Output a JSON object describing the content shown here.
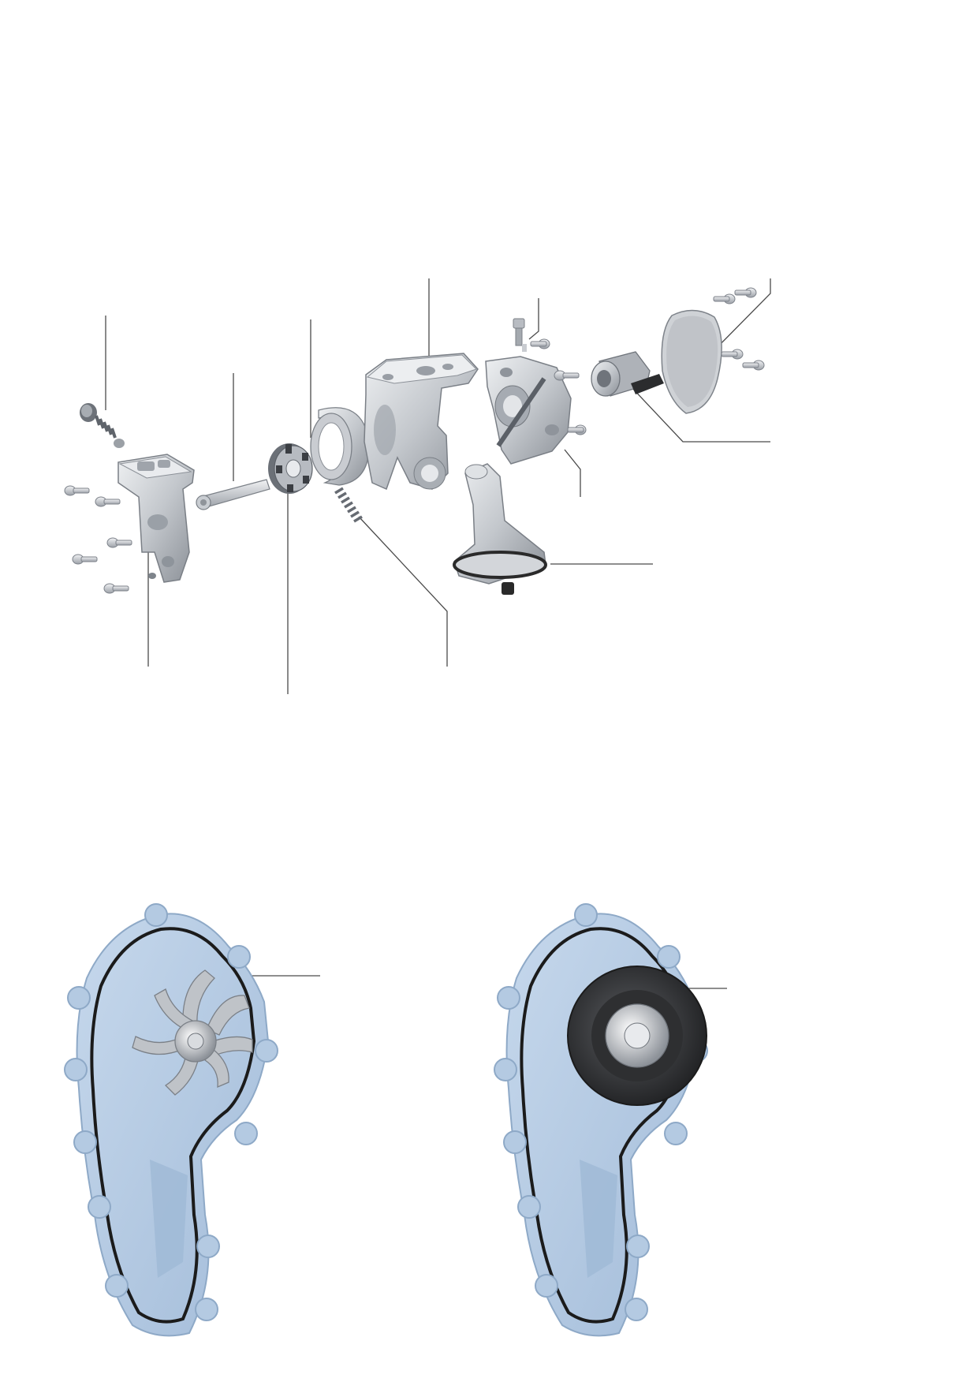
{
  "colors": {
    "background": "#ffffff",
    "leader_line": "#4a4a4a",
    "metal_light": "#e3e5e8",
    "metal_mid": "#b4b8bd",
    "metal_dark": "#7b8087",
    "housing_blue": "#b4cae2",
    "housing_blue_dark": "#8ea9c7",
    "gasket": "#1b1b1b",
    "impeller_dark": "#3a3b3d",
    "rubber": "#2a2a2a"
  },
  "exploded_view": {
    "parts": [
      {
        "icon": "relief-valve-spring-icon",
        "callout": "relief-valve-spring"
      },
      {
        "icon": "end-cover-icon",
        "callout": "end-cover"
      },
      {
        "icon": "drive-shaft-icon",
        "callout": "drive-shaft"
      },
      {
        "icon": "rotor-icon",
        "callout": "rotor"
      },
      {
        "icon": "stator-ring-icon",
        "callout": "stator-ring"
      },
      {
        "icon": "pump-housing-icon",
        "callout": "pump-housing"
      },
      {
        "icon": "control-spring-icon",
        "callout": "control-spring"
      },
      {
        "icon": "bearing-plate-icon",
        "callout": "bearing-plate"
      },
      {
        "icon": "solenoid-valve-icon",
        "callout": "solenoid-valve"
      },
      {
        "icon": "cover-plate-icon",
        "callout": "cover-plate"
      },
      {
        "icon": "suction-strainer-icon",
        "callout": "suction-strainer"
      },
      {
        "icon": "plug-icon",
        "callout": "plug"
      }
    ]
  },
  "coolant_pump_views": [
    {
      "icon": "pump-housing-open-impeller-icon",
      "callout": "impeller"
    },
    {
      "icon": "pump-housing-shroud-icon",
      "callout": "control-shroud"
    }
  ]
}
